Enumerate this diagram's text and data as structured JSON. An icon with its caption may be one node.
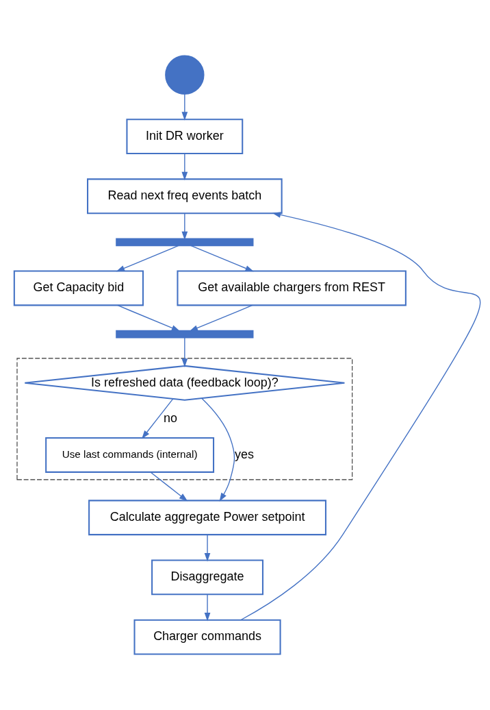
{
  "diagram": {
    "nodes": [
      {
        "text": [],
        "shape": "circle"
      },
      {
        "text": [
          "Init DR worker"
        ]
      },
      {
        "text": [
          "Read next freq events batch"
        ]
      },
      {
        "text": [],
        "shape": "bar"
      },
      {
        "text": [
          "Get Capacity bid"
        ]
      },
      {
        "text": [
          "Get available chargers from REST"
        ]
      },
      {
        "text": [],
        "shape": "bar"
      },
      {
        "text": [],
        "shape": "box"
      },
      {
        "text": [
          "Is refreshed data (feedback loop)?"
        ],
        "in": 7
      },
      {
        "text": [
          "Use last commands (internal)"
        ],
        "in": 7
      },
      {
        "text": [
          "Calculate aggregate Power setpoint"
        ]
      },
      {
        "text": [
          "Disaggregate"
        ]
      },
      {
        "text": [
          "Charger commands"
        ]
      }
    ],
    "edges": [
      {
        "from": 0,
        "to": 1,
        "arrow": "to"
      },
      {
        "from": 1,
        "to": 2,
        "arrow": "to"
      },
      {
        "from": 2,
        "to": 3,
        "arrow": "to"
      },
      {
        "from": 3,
        "to": 4,
        "arrow": "to"
      },
      {
        "from": 3,
        "to": 5,
        "arrow": "to"
      },
      {
        "from": 4,
        "to": 6,
        "arrow": "to"
      },
      {
        "from": 5,
        "to": 6,
        "arrow": "to"
      },
      {
        "from": 6,
        "to": 8,
        "arrow": "to"
      },
      {
        "from": 8,
        "to": 9,
        "label": "no",
        "arrow": "to"
      },
      {
        "from": 8,
        "to": 10,
        "label": "yes",
        "arrow": "to"
      },
      {
        "from": 9,
        "to": 10,
        "arrow": "to"
      },
      {
        "from": 10,
        "to": 11,
        "arrow": "to"
      },
      {
        "from": 11,
        "to": 12,
        "arrow": "to"
      },
      {
        "from": 12,
        "to": 2,
        "arrow": "to"
      }
    ]
  }
}
